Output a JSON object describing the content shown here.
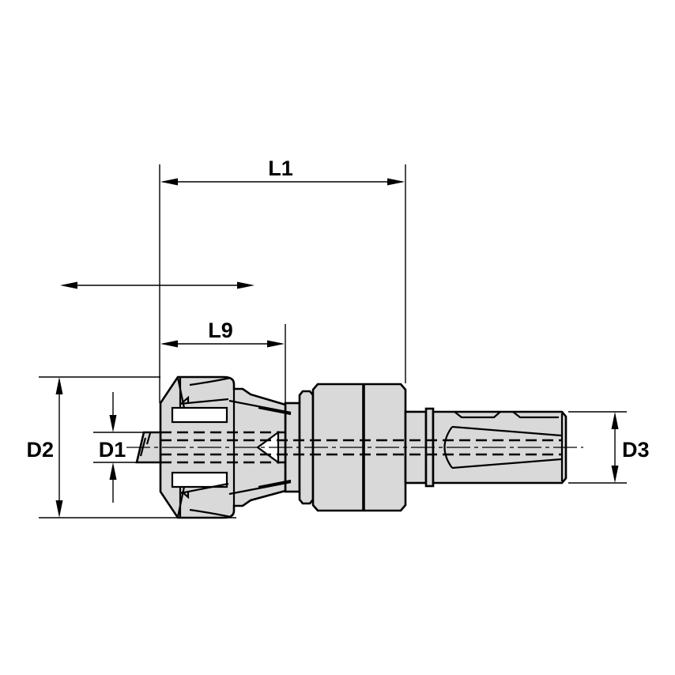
{
  "diagram": {
    "type": "technical-drawing",
    "view": "side-profile",
    "subject": "collet-chuck-tool-holder",
    "colors": {
      "background": "#ffffff",
      "part_fill": "#d9d9d9",
      "line": "#000000"
    },
    "dimensions": {
      "l1": {
        "label": "L1",
        "kind": "overall-length"
      },
      "l9": {
        "label": "L9",
        "kind": "nose-length"
      },
      "d1": {
        "label": "D1",
        "kind": "bore-diameter"
      },
      "d2": {
        "label": "D2",
        "kind": "nut-diameter"
      },
      "d3": {
        "label": "D3",
        "kind": "shank-diameter"
      }
    }
  }
}
